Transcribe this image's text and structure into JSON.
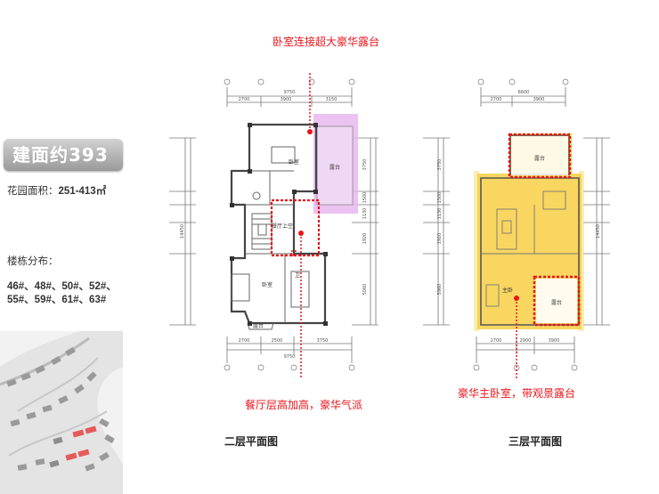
{
  "left_panel": {
    "area_label": "建面约393㎡",
    "garden_label": "花园面积：",
    "garden_value": "251-413㎡",
    "buildings_label": "楼栋分布：",
    "buildings_line1": "46#、48#、50#、52#、",
    "buildings_line2": "55#、59#、61#、63#"
  },
  "annotations": {
    "top": "卧室连接超大豪华露台",
    "bottom_left": "餐厅层高加高，豪华气派",
    "bottom_right": "豪华主卧室，带观景露台"
  },
  "captions": {
    "floor2": "二层平面图",
    "floor3": "三层平面图"
  },
  "plan2": {
    "dims_top": [
      "9750",
      "2700",
      "3900",
      "3150"
    ],
    "dims_bottom": [
      "9750",
      "2700",
      "2500",
      "3750"
    ],
    "dims_side": [
      "3750",
      "1500",
      "1130",
      "1920",
      "5060",
      "14450"
    ],
    "rooms": [
      "卧室",
      "露台",
      "餐厅上空",
      "卧室",
      "卫",
      "露台"
    ]
  },
  "plan3": {
    "dims_top": [
      "6600",
      "2700",
      "3900"
    ],
    "dims_bottom": [
      "2700",
      "2900",
      "3900"
    ],
    "dims_side": [
      "3750",
      "1500",
      "1130",
      "1920",
      "5960",
      "14450"
    ],
    "rooms": [
      "露台",
      "主卧",
      "露台"
    ]
  },
  "colors": {
    "accent_red": "#e8141b",
    "terrace_purple": "#e7b7ee",
    "master_yellow": "#f7c82b"
  }
}
